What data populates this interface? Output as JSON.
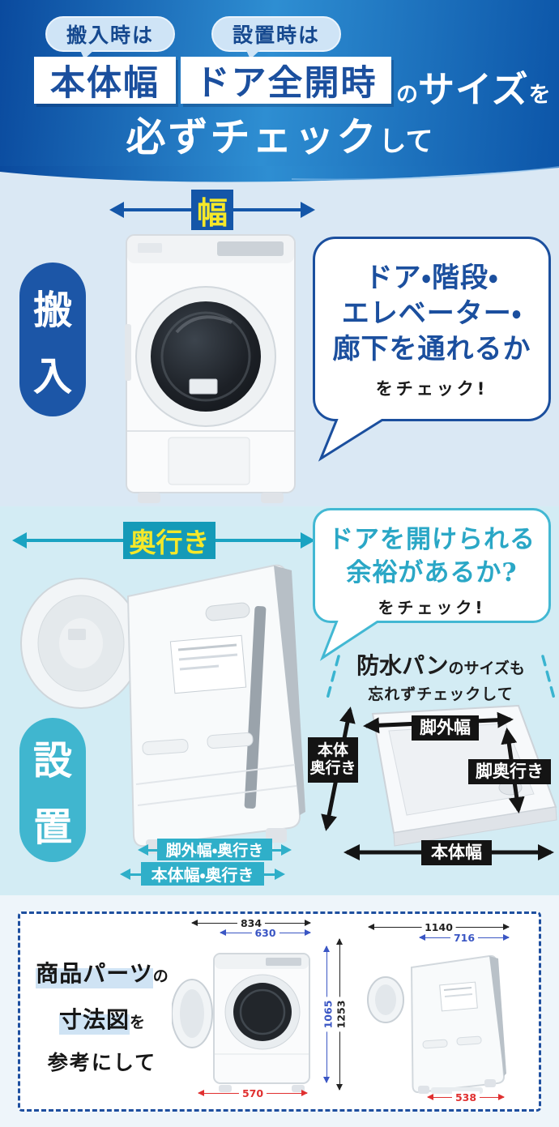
{
  "header": {
    "bubble_carry": "搬入時は",
    "bubble_install": "設置時は",
    "box_body_width": "本体幅",
    "box_door_open": "ドア全開時",
    "suffix_no": "の",
    "suffix_size": "サイズ",
    "suffix_wo": "を",
    "line2_main": "必ずチェック",
    "line2_tail": "して"
  },
  "carry_section": {
    "label_chars": [
      "搬",
      "入"
    ],
    "width_label": "幅",
    "bubble": {
      "lines": [
        "ドア・階段・",
        "エレベーター・",
        "廊下を通れるか"
      ],
      "note": "をチェック!"
    }
  },
  "install_section": {
    "label_chars": [
      "設",
      "置"
    ],
    "depth_label": "奥行き",
    "bubble": {
      "lines": [
        "ドアを開けられる",
        "余裕があるか?"
      ],
      "note": "をチェック!"
    },
    "pan_note": {
      "em": "防水パン",
      "rest": "のサイズも",
      "line2": "忘れずチェックして"
    },
    "pan_labels": {
      "leg_width": "脚外幅",
      "leg_depth": "脚奥行き",
      "body_depth_l1": "本体",
      "body_depth_l2": "奥行き",
      "body_width": "本体幅"
    },
    "machine_dims": [
      "脚外幅・奥行き",
      "本体幅・奥行き"
    ]
  },
  "spec_panel": {
    "caption": [
      {
        "em": "商品パーツ",
        "tail": "の"
      },
      {
        "em": "寸法図",
        "tail": "を"
      },
      {
        "em": "",
        "tail": "参考にして"
      }
    ],
    "front": {
      "outer_w": "834",
      "inner_w": "630",
      "inner_h": "1065",
      "outer_h": "1253",
      "bottom_w": "570"
    },
    "side": {
      "outer_w": "1140",
      "inner_w": "716",
      "bottom_w": "538"
    }
  },
  "colors": {
    "navy": "#1b4f9e",
    "teal": "#2fafc9",
    "teal_dark": "#149ab8",
    "yellow": "#f5e829",
    "dim_blue": "#3a56c4",
    "dim_red": "#e03030",
    "dim_black": "#222222",
    "chip_black": "#141414"
  }
}
